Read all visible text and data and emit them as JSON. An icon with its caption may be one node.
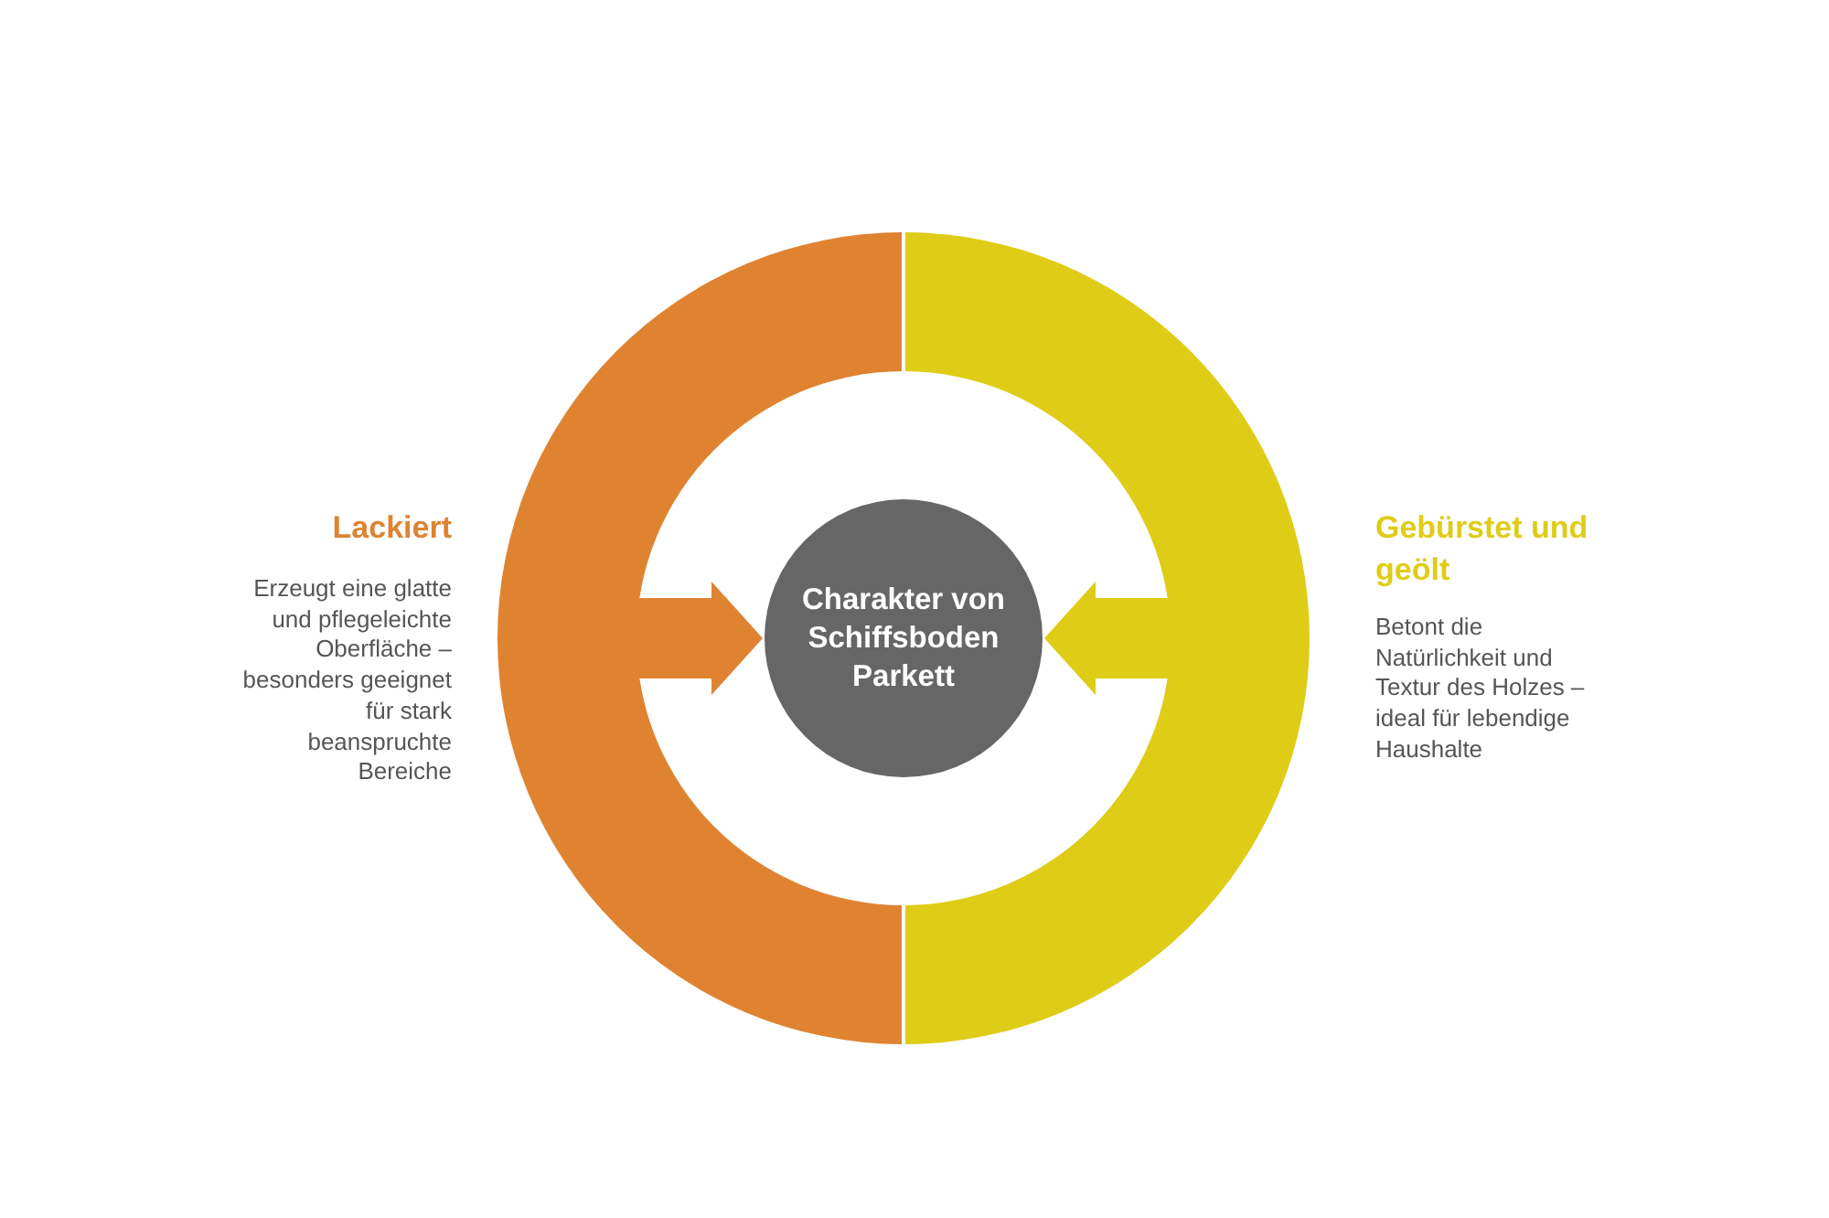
{
  "diagram": {
    "nodes": [
      {
        "text": [
          "Lackiert",
          "Erzeugt eine glatte und pflegeleichte Oberfläche – besonders geeignet für stark beanspruchte Bereiche"
        ]
      },
      {
        "text": [
          "Charakter von Schiffsboden Parkett"
        ]
      },
      {
        "text": [
          "Gebürstet und geölt",
          "Betont die Natürlichkeit und Textur des Holzes – ideal für lebendige Haushalte"
        ]
      }
    ],
    "edges": [
      {
        "from": 0,
        "to": 1,
        "arrow": "to",
        "color": "#df8331"
      },
      {
        "from": 2,
        "to": 1,
        "arrow": "to",
        "color": "#dfcc17"
      }
    ]
  }
}
